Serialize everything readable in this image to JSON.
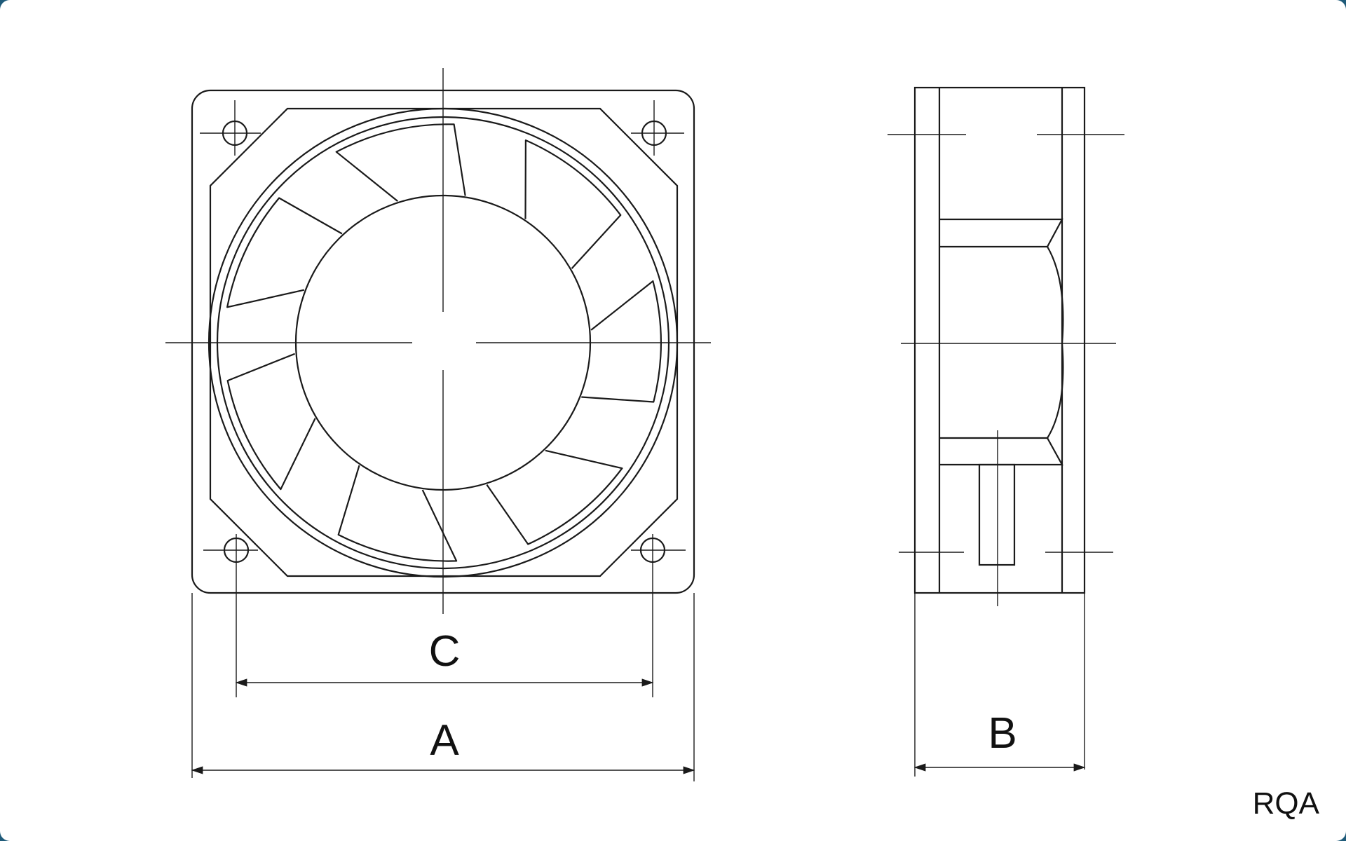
{
  "diagram": {
    "dimension_labels": {
      "a": "A",
      "b": "B",
      "c": "C"
    },
    "model_code": "RQA"
  }
}
